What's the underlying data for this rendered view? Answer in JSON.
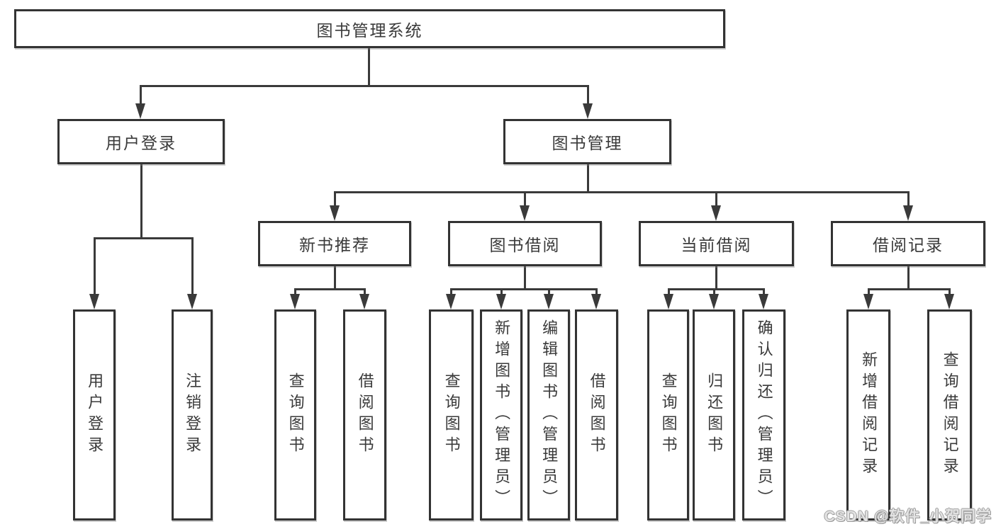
{
  "diagram": {
    "title_node": "图书管理系统",
    "root": {
      "label": "图书管理系统"
    },
    "level2": [
      "用户登录",
      "图书管理"
    ],
    "level3": [
      "新书推荐",
      "图书借阅",
      "当前借阅",
      "借阅记录"
    ],
    "subtrees": [
      {
        "parent": "用户登录",
        "children": [
          "用户登录",
          "注销登录"
        ]
      },
      {
        "parent": "新书推荐",
        "children": [
          "查询图书",
          "借阅图书"
        ]
      },
      {
        "parent": "图书借阅",
        "children": [
          "查询图书",
          "新增图书（管理员）",
          "编辑图书（管理员）",
          "借阅图书"
        ]
      },
      {
        "parent": "当前借阅",
        "children": [
          "查询图书",
          "归还图书",
          "确认归还（管理员）"
        ]
      },
      {
        "parent": "借阅记录",
        "children": [
          "新增借阅记录",
          "查询借阅记录"
        ]
      }
    ]
  },
  "watermark": {
    "text": "CSDN @软件_小贺同学"
  },
  "colors": {
    "background": "#ffffff",
    "line": "#3a3a3a",
    "box_border": "#333333",
    "text": "#3a3a3a",
    "watermark_fill": "#e3e3e3",
    "watermark_outline": "#9c9c9c"
  }
}
